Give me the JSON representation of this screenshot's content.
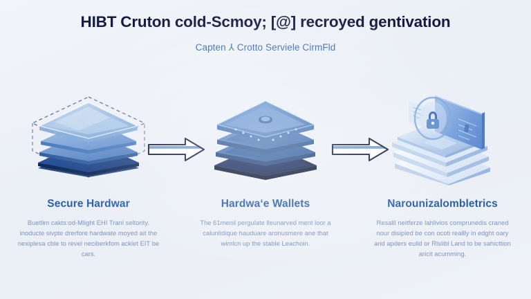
{
  "header": {
    "title": "HIBT Cruton cold-Scmoy; [@] recroyed gentivation",
    "subtitle": "Capten ⅄ Crotto Serviele CirmFld"
  },
  "theme": {
    "background": "#eef2f7",
    "title_color": "#141a40",
    "heading_color": "#2c5fa9",
    "body_color": "#7d94bc",
    "accent_blue": "#3f6fb5",
    "deep_navy": "#16255c"
  },
  "steps": [
    {
      "id": "step-1",
      "illustration": "layer-stack-light-icon",
      "heading": "Secure Hardwar",
      "body": "Buetlim cakts:od-Mlight EHI Tranl seltority. inoducte sivpte drerfore hardwate moyed ait the nexiplesa cble to revel neciberkfom acklet EIT be cars."
    },
    {
      "id": "step-2",
      "illustration": "layer-stack-dark-icon",
      "heading": "Hardwa‘e Wallets",
      "body": "The 61menil pergulate lleunarved ment loor a calunlidique hauduare aronusmere ane that wimlcn up the stable Leachoin."
    },
    {
      "id": "step-3",
      "illustration": "isometric-laptop-lock-icon",
      "heading": "Narounizalombletrics",
      "body": "Resalll neitferze lahlivios comprunedis craned nour disipied be con ocoti reallly in edght oary and apders eulid or Rlslibl Land to be sahicttion aricit acumming."
    }
  ],
  "arrows": [
    {
      "id": "arrow-1",
      "direction": "right"
    },
    {
      "id": "arrow-2",
      "direction": "right"
    }
  ]
}
